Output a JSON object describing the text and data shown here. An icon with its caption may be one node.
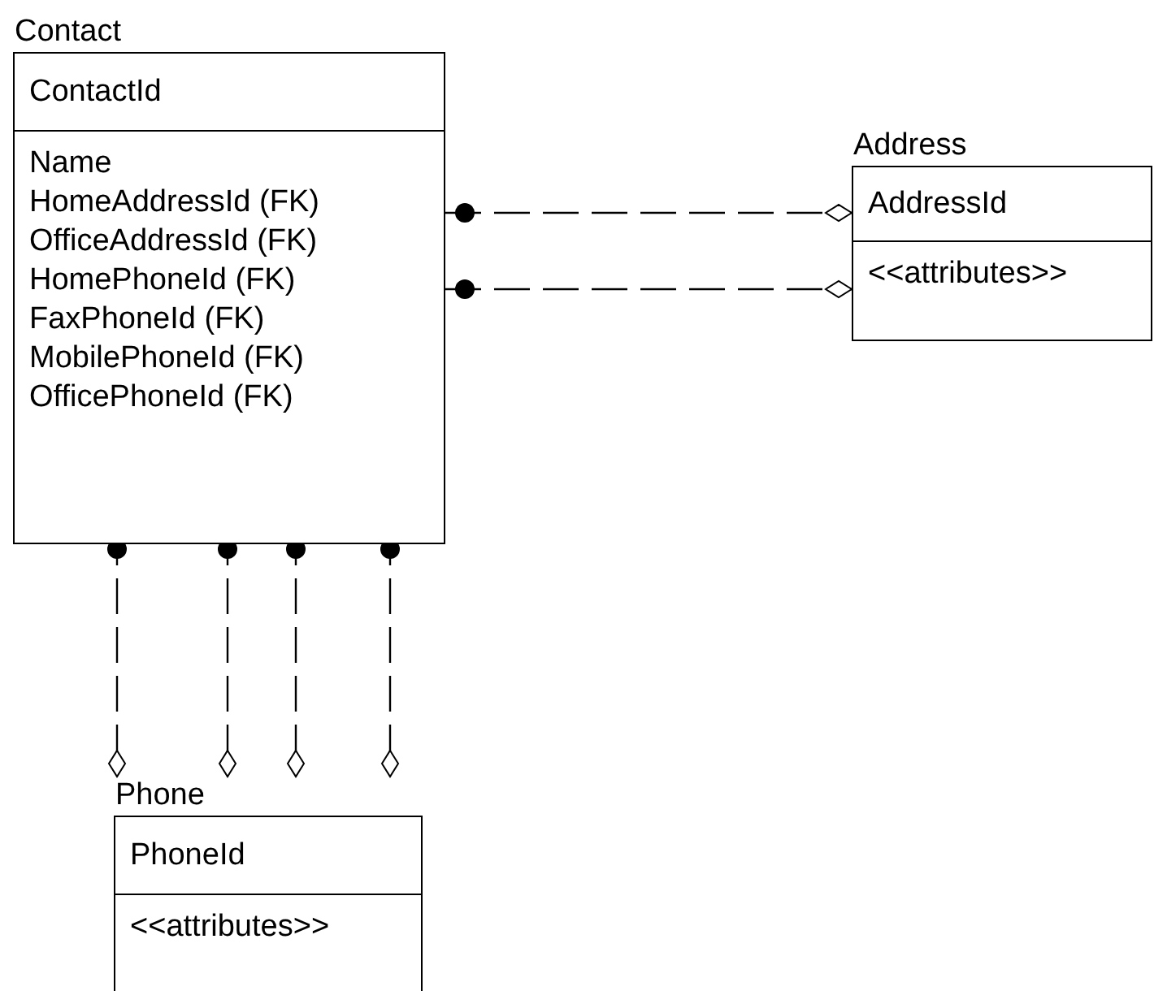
{
  "diagram": {
    "nodes": [
      {
        "text": [
          "Contact",
          "ContactId",
          "Name",
          "HomeAddressId (FK)",
          "OfficeAddressId (FK)",
          "HomePhoneId (FK)",
          "FaxPhoneId (FK)",
          "MobilePhoneId (FK)",
          "OfficePhoneId (FK)"
        ]
      },
      {
        "text": [
          "Address",
          "AddressId",
          "<<attributes>>"
        ]
      },
      {
        "text": [
          "Phone",
          "PhoneId",
          "<<attributes>>"
        ]
      }
    ],
    "edges": [
      {
        "from": 0,
        "to": 1,
        "arrow": "other",
        "style": "dashed"
      },
      {
        "from": 0,
        "to": 1,
        "arrow": "other",
        "style": "dashed"
      },
      {
        "from": 0,
        "to": 2,
        "arrow": "other",
        "style": "dashed"
      },
      {
        "from": 0,
        "to": 2,
        "arrow": "other",
        "style": "dashed"
      },
      {
        "from": 0,
        "to": 2,
        "arrow": "other",
        "style": "dashed"
      },
      {
        "from": 0,
        "to": 2,
        "arrow": "other",
        "style": "dashed"
      }
    ]
  }
}
